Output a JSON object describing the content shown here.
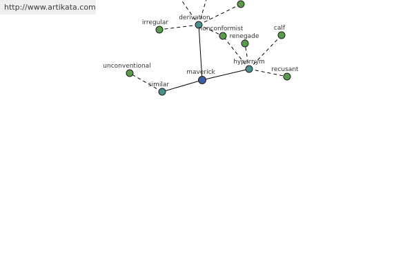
{
  "source_url": "http://www.artikata.com",
  "colors": {
    "center": "#3f5fa0",
    "relation": "#4a8f8c",
    "leaf": "#5b9a4a"
  },
  "nodes": [
    {
      "id": "maverick",
      "label": "maverick",
      "kind": "center"
    },
    {
      "id": "derivation",
      "label": "derivation",
      "kind": "relation"
    },
    {
      "id": "similar",
      "label": "similar",
      "kind": "relation"
    },
    {
      "id": "hypernym",
      "label": "hypernym",
      "kind": "relation"
    },
    {
      "id": "irregular",
      "label": "irregular",
      "kind": "leaf"
    },
    {
      "id": "nonconformist",
      "label": "nonconformist",
      "kind": "leaf"
    },
    {
      "id": "top-right-leaf",
      "label": "",
      "kind": "leaf"
    },
    {
      "id": "unconventional",
      "label": "unconventional",
      "kind": "leaf"
    },
    {
      "id": "renegade",
      "label": "renegade",
      "kind": "leaf"
    },
    {
      "id": "calf",
      "label": "calf",
      "kind": "leaf"
    },
    {
      "id": "recusant",
      "label": "recusant",
      "kind": "leaf"
    }
  ],
  "edges": [
    {
      "from": "maverick",
      "to": "derivation",
      "style": "solid"
    },
    {
      "from": "maverick",
      "to": "similar",
      "style": "solid"
    },
    {
      "from": "maverick",
      "to": "hypernym",
      "style": "solid"
    },
    {
      "from": "derivation",
      "to": "irregular",
      "style": "dashed"
    },
    {
      "from": "derivation",
      "to": "nonconformist",
      "style": "dashed"
    },
    {
      "from": "derivation",
      "to": "top-right-leaf",
      "style": "dashed"
    },
    {
      "from": "derivation",
      "to": "offscreen-left",
      "style": "dashed"
    },
    {
      "from": "derivation",
      "to": "offscreen-mid",
      "style": "dashed"
    },
    {
      "from": "similar",
      "to": "unconventional",
      "style": "dashed"
    },
    {
      "from": "hypernym",
      "to": "renegade",
      "style": "dashed"
    },
    {
      "from": "hypernym",
      "to": "calf",
      "style": "dashed"
    },
    {
      "from": "hypernym",
      "to": "recusant",
      "style": "dashed"
    },
    {
      "from": "hypernym",
      "to": "nonconformist",
      "style": "dashed"
    }
  ]
}
